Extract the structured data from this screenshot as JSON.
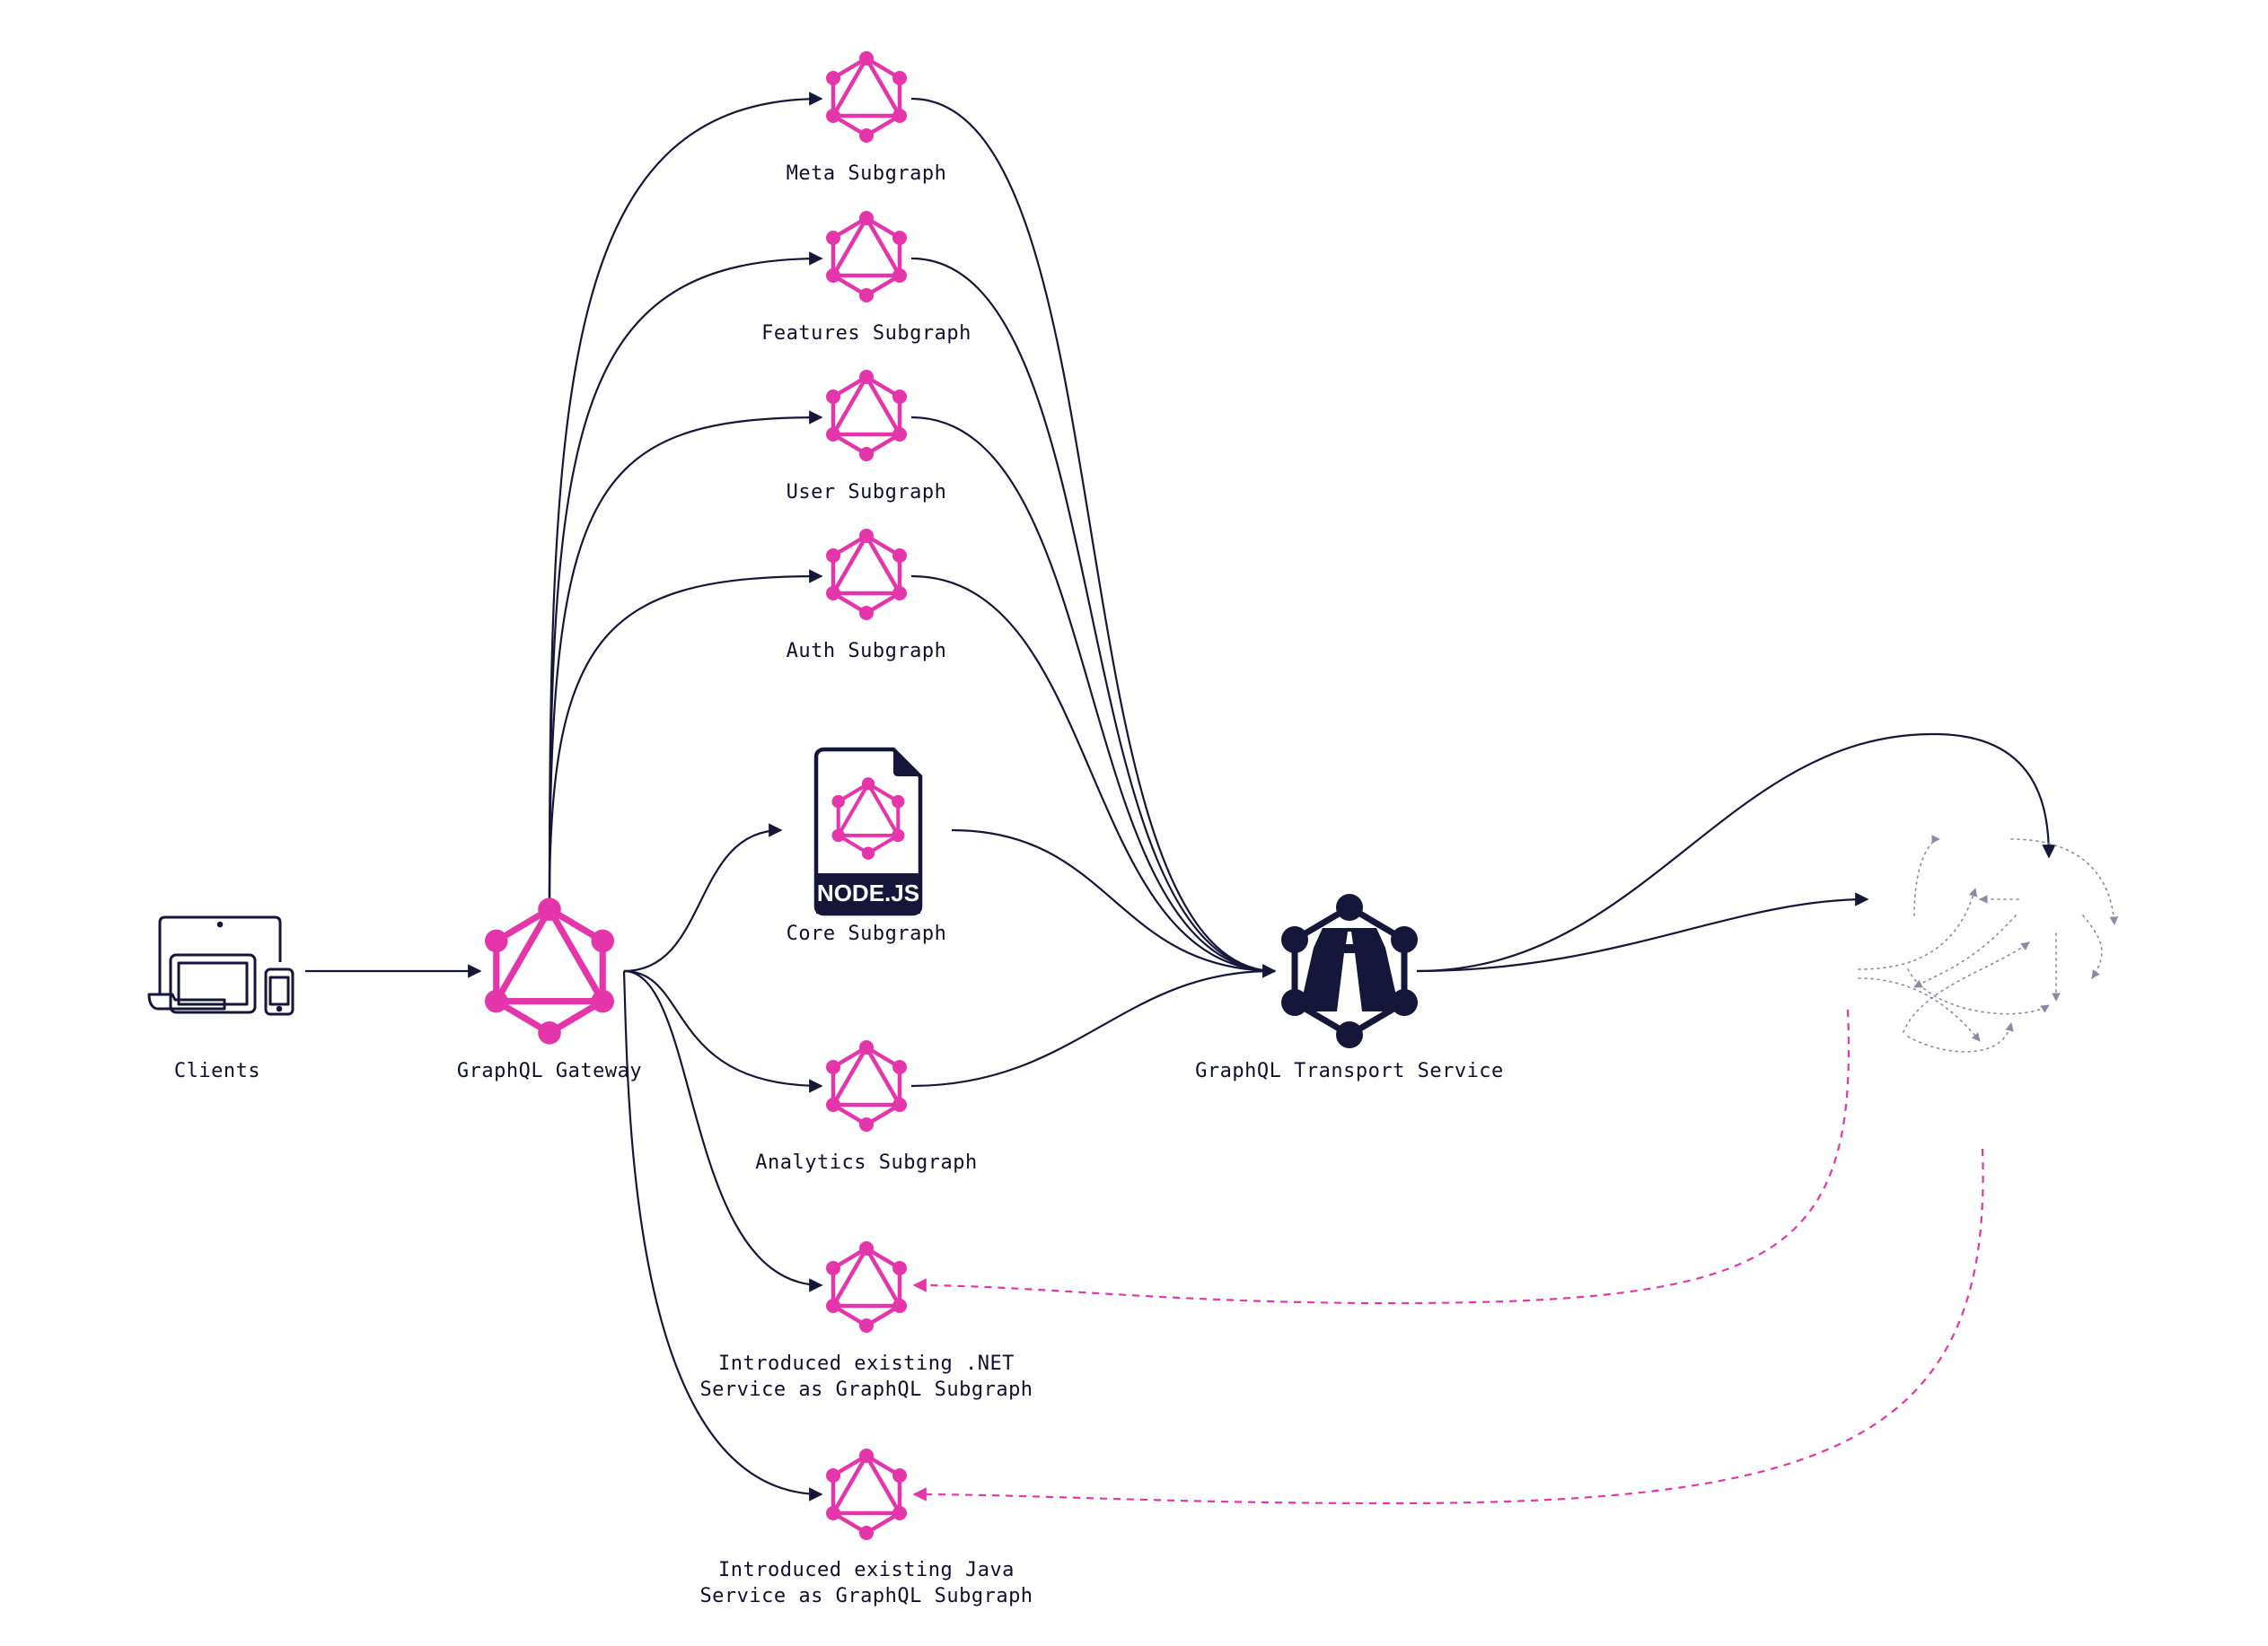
{
  "colors": {
    "graphql_pink": "#e535ab",
    "navy": "#16163a",
    "dotted_gray": "#8a8aa3"
  },
  "nodes": {
    "clients": {
      "label": "Clients",
      "icon": "devices-icon"
    },
    "gateway": {
      "label": "GraphQL Gateway",
      "icon": "graphql-icon"
    },
    "meta": {
      "label": "Meta Subgraph",
      "icon": "graphql-icon"
    },
    "features": {
      "label": "Features Subgraph",
      "icon": "graphql-icon"
    },
    "user": {
      "label": "User Subgraph",
      "icon": "graphql-icon"
    },
    "auth": {
      "label": "Auth Subgraph",
      "icon": "graphql-icon"
    },
    "core": {
      "label": "Core Subgraph",
      "icon": "nodejs-file-icon",
      "badge": "NODE.JS"
    },
    "analytics": {
      "label": "Analytics Subgraph",
      "icon": "graphql-icon"
    },
    "dotnet": {
      "label_line1": "Introduced existing .NET",
      "label_line2": "Service as GraphQL Subgraph",
      "icon": "graphql-icon"
    },
    "java": {
      "label_line1": "Introduced existing Java",
      "label_line2": "Service as GraphQL Subgraph",
      "icon": "graphql-icon"
    },
    "transport": {
      "label": "GraphQL Transport Service",
      "icon": "graphql-transport-icon"
    },
    "services": {
      "icon": "microservice-cubes-icon"
    }
  }
}
